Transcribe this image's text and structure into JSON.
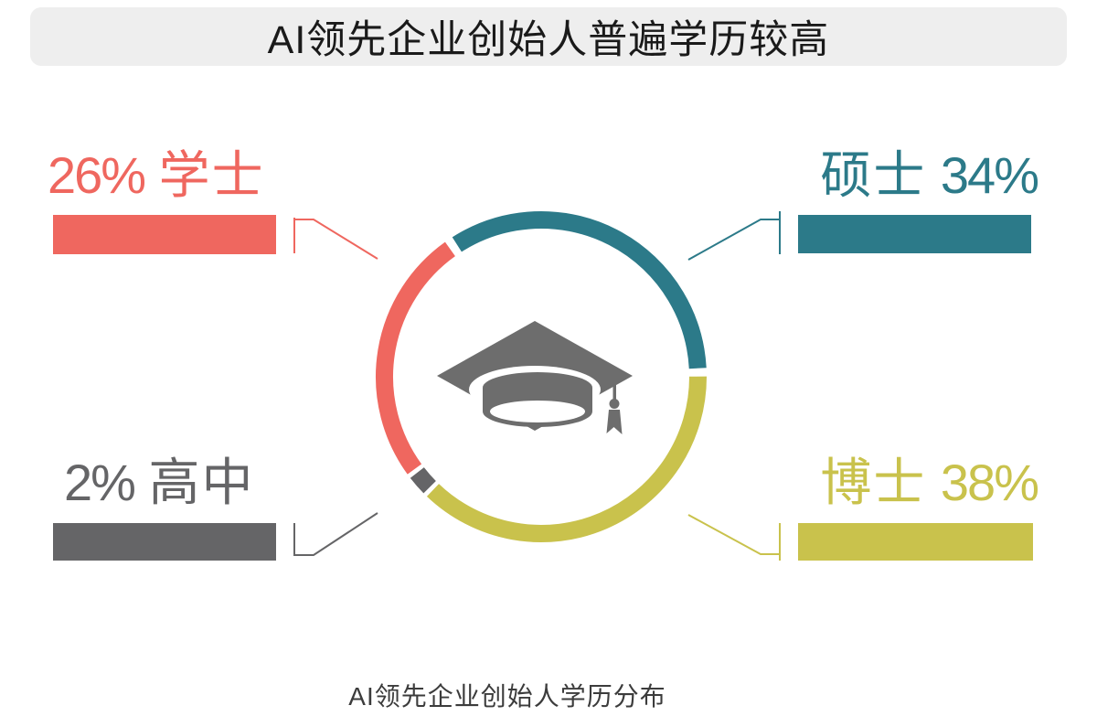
{
  "title": {
    "text": "AI领先企业创始人普遍学历较高"
  },
  "caption": {
    "text": "AI领先企业创始人学历分布"
  },
  "colors": {
    "bachelor": "#EF675F",
    "master": "#2C7A89",
    "phd": "#C9C24C",
    "highschool": "#656567",
    "cap": "#6D6D6D",
    "title_bg": "#EEEEEE",
    "title_text": "#1A1A1A",
    "caption_text": "#3C3C3C",
    "background": "#FFFFFF"
  },
  "stats": {
    "bachelor": {
      "value_text": "26%",
      "label_text": "学士"
    },
    "master": {
      "value_text": "34%",
      "label_text": "硕士"
    },
    "highschool": {
      "value_text": "2%",
      "label_text": "高中"
    },
    "phd": {
      "value_text": "38%",
      "label_text": "博士"
    }
  },
  "chart_data": {
    "type": "pie",
    "subtype": "donut",
    "title": "AI领先企业创始人普遍学历较高",
    "caption": "AI领先企业创始人学历分布",
    "unit": "%",
    "segments": [
      {
        "key": "master",
        "label": "硕士",
        "value": 34,
        "color": "#2C7A89",
        "callout_text": "硕士 34%",
        "callout_position": "top-right"
      },
      {
        "key": "phd",
        "label": "博士",
        "value": 38,
        "color": "#C9C24C",
        "callout_text": "博士 38%",
        "callout_position": "bottom-right"
      },
      {
        "key": "highschool",
        "label": "高中",
        "value": 2,
        "color": "#656567",
        "callout_text": "2% 高中",
        "callout_position": "bottom-left"
      },
      {
        "key": "bachelor",
        "label": "学士",
        "value": 26,
        "color": "#EF675F",
        "callout_text": "26% 学士",
        "callout_position": "top-left"
      }
    ],
    "layout": {
      "start_angle_deg": -34,
      "gap_deg": 3,
      "min_painted_deg": 7,
      "center_icon": "graduation-cap",
      "legend": "none",
      "labels": "callouts-with-bars"
    }
  }
}
